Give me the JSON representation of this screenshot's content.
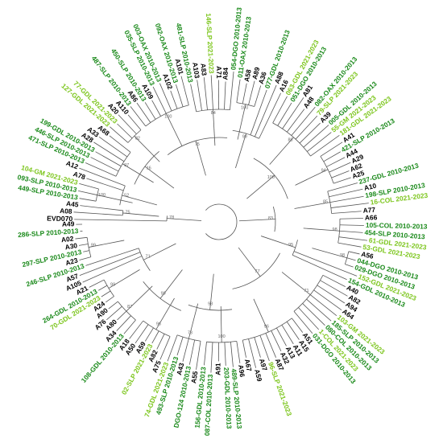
{
  "tree": {
    "colors": {
      "period_2010_2013": "#1b8a1b",
      "period_2021_2023": "#7dc61e",
      "reference": "#000000",
      "assembly": "#000000",
      "branch": "#555555"
    },
    "tips": [
      {
        "label": "EVD070",
        "group": "reference"
      },
      {
        "label": "A08",
        "group": "assembly"
      },
      {
        "label": "A45",
        "group": "assembly"
      },
      {
        "label": "449-SLP 2010-2013",
        "group": "period_2010_2013"
      },
      {
        "label": "093-SLP 2010-2013",
        "group": "period_2010_2013"
      },
      {
        "label": "104-GM 2021-2023",
        "group": "period_2021_2023"
      },
      {
        "label": "A78",
        "group": "assembly"
      },
      {
        "label": "A12",
        "group": "assembly"
      },
      {
        "label": "471-SLP 2010-2013",
        "group": "period_2010_2013"
      },
      {
        "label": "446-SLP 2010-2013",
        "group": "period_2010_2013"
      },
      {
        "label": "199-GDL 2010-2013",
        "group": "period_2010_2013"
      },
      {
        "label": "A28",
        "group": "assembly"
      },
      {
        "label": "A33",
        "group": "assembly"
      },
      {
        "label": "A68",
        "group": "assembly"
      },
      {
        "label": "127-GDL 2021-2023",
        "group": "period_2021_2023"
      },
      {
        "label": "77-GDL 2021-2023",
        "group": "period_2021_2023"
      },
      {
        "label": "A20",
        "group": "assembly"
      },
      {
        "label": "A110",
        "group": "assembly"
      },
      {
        "label": "487-SLP 2010-2013",
        "group": "period_2010_2013"
      },
      {
        "label": "A86",
        "group": "assembly"
      },
      {
        "label": "450-SLP 2010-2013",
        "group": "period_2010_2013"
      },
      {
        "label": "A109",
        "group": "assembly"
      },
      {
        "label": "035-SLP 2010-2013",
        "group": "period_2010_2013"
      },
      {
        "label": "003-OAX 2010-2013",
        "group": "period_2010_2013"
      },
      {
        "label": "A102",
        "group": "assembly"
      },
      {
        "label": "092-OAX 2010-2013",
        "group": "period_2010_2013"
      },
      {
        "label": "A101",
        "group": "assembly"
      },
      {
        "label": "481-SLP 2010-2013",
        "group": "period_2010_2013"
      },
      {
        "label": "A103",
        "group": "assembly"
      },
      {
        "label": "A83",
        "group": "assembly"
      },
      {
        "label": "146-SLP 2021-2023",
        "group": "period_2021_2023"
      },
      {
        "label": "A71",
        "group": "assembly"
      },
      {
        "label": "A84",
        "group": "assembly"
      },
      {
        "label": "054-DGO 2010-2013",
        "group": "period_2010_2013"
      },
      {
        "label": "011-OAX 2010-2013",
        "group": "period_2010_2013"
      },
      {
        "label": "A58",
        "group": "assembly"
      },
      {
        "label": "A89",
        "group": "assembly"
      },
      {
        "label": "A36",
        "group": "assembly"
      },
      {
        "label": "077-GDL 2010-2013",
        "group": "period_2010_2013"
      },
      {
        "label": "A88",
        "group": "assembly"
      },
      {
        "label": "A16",
        "group": "assembly"
      },
      {
        "label": "063-GDL 2021-2023",
        "group": "period_2021_2023"
      },
      {
        "label": "051-DGO 2010-2013",
        "group": "period_2010_2013"
      },
      {
        "label": "A81",
        "group": "assembly"
      },
      {
        "label": "A48",
        "group": "assembly"
      },
      {
        "label": "082-OAX 2010-2013",
        "group": "period_2010_2013"
      },
      {
        "label": "79-SLP 2021-2023",
        "group": "period_2021_2023"
      },
      {
        "label": "A39",
        "group": "assembly"
      },
      {
        "label": "005-GDL 2010-2013",
        "group": "period_2010_2013"
      },
      {
        "label": "55-GM 2021-2023",
        "group": "period_2021_2023"
      },
      {
        "label": "181-GDL 2021-2023",
        "group": "period_2021_2023"
      },
      {
        "label": "A41",
        "group": "assembly"
      },
      {
        "label": "421-SLP 2010-2013",
        "group": "period_2010_2013"
      },
      {
        "label": "A44",
        "group": "assembly"
      },
      {
        "label": "A29",
        "group": "assembly"
      },
      {
        "label": "A62",
        "group": "assembly"
      },
      {
        "label": "A25",
        "group": "assembly"
      },
      {
        "label": "237-GDL 2010-2013",
        "group": "period_2010_2013"
      },
      {
        "label": "A10",
        "group": "assembly"
      },
      {
        "label": "198-SLP 2010-2013",
        "group": "period_2010_2013"
      },
      {
        "label": "16-COL 2021-2023",
        "group": "period_2021_2023"
      },
      {
        "label": "A77",
        "group": "assembly"
      },
      {
        "label": "A66",
        "group": "assembly"
      },
      {
        "label": "105-COL 2010-2013",
        "group": "period_2010_2013"
      },
      {
        "label": "454-SLP 2010-2013",
        "group": "period_2010_2013"
      },
      {
        "label": "61-GDL 2021-2023",
        "group": "period_2021_2023"
      },
      {
        "label": "53-GDL 2021-2023",
        "group": "period_2021_2023"
      },
      {
        "label": "A56",
        "group": "assembly"
      },
      {
        "label": "044-DGO 2010-2013",
        "group": "period_2010_2013"
      },
      {
        "label": "029-DGO 2010-2013",
        "group": "period_2010_2013"
      },
      {
        "label": "152-GDL 2021-2023",
        "group": "period_2021_2023"
      },
      {
        "label": "154-GDL 2010-2013",
        "group": "period_2010_2013"
      },
      {
        "label": "A40",
        "group": "assembly"
      },
      {
        "label": "A82",
        "group": "assembly"
      },
      {
        "label": "A94",
        "group": "assembly"
      },
      {
        "label": "A64",
        "group": "assembly"
      },
      {
        "label": "103-GM 2021-2023",
        "group": "period_2021_2023"
      },
      {
        "label": "185-SLP 2010-2013",
        "group": "period_2010_2013"
      },
      {
        "label": "080-COL 2010-2013",
        "group": "period_2010_2013"
      },
      {
        "label": "1-COL 2021-2023",
        "group": "period_2021_2023"
      },
      {
        "label": "031-DGO 2010-2013",
        "group": "period_2010_2013"
      },
      {
        "label": "A51",
        "group": "assembly"
      },
      {
        "label": "A15",
        "group": "assembly"
      },
      {
        "label": "A11",
        "group": "assembly"
      },
      {
        "label": "A13",
        "group": "assembly"
      },
      {
        "label": "A32",
        "group": "assembly"
      },
      {
        "label": "A87",
        "group": "assembly"
      },
      {
        "label": "96-SLP 2021-2023",
        "group": "period_2021_2023"
      },
      {
        "label": "A97",
        "group": "assembly"
      },
      {
        "label": "A59",
        "group": "assembly"
      },
      {
        "label": "A67",
        "group": "assembly"
      },
      {
        "label": "A96",
        "group": "assembly"
      },
      {
        "label": "489-SLP 2010-2013",
        "group": "period_2010_2013"
      },
      {
        "label": "203-GDL 2010-2013",
        "group": "period_2010_2013"
      },
      {
        "label": "A91",
        "group": "assembly"
      },
      {
        "label": "087-COL 2010-2013",
        "group": "period_2010_2013"
      },
      {
        "label": "156-GDL 2010-2013",
        "group": "period_2010_2013"
      },
      {
        "label": "A55",
        "group": "assembly"
      },
      {
        "label": "DGO-124 2010-2013",
        "group": "period_2010_2013"
      },
      {
        "label": "A43",
        "group": "assembly"
      },
      {
        "label": "493-SLP 2010-2013",
        "group": "period_2010_2013"
      },
      {
        "label": "74-GDL 2021-2023",
        "group": "period_2021_2023"
      },
      {
        "label": "A75",
        "group": "assembly"
      },
      {
        "label": "A82",
        "group": "assembly"
      },
      {
        "label": "02-SLP 2021-2023",
        "group": "period_2021_2023"
      },
      {
        "label": "A59",
        "group": "assembly"
      },
      {
        "label": "A50",
        "group": "assembly"
      },
      {
        "label": "A18",
        "group": "assembly"
      },
      {
        "label": "108-GDL 2010-2013",
        "group": "period_2010_2013"
      },
      {
        "label": "A34",
        "group": "assembly"
      },
      {
        "label": "A80",
        "group": "assembly"
      },
      {
        "label": "A76",
        "group": "assembly"
      },
      {
        "label": "A90",
        "group": "assembly"
      },
      {
        "label": "A24",
        "group": "assembly"
      },
      {
        "label": "70-GDL 2021-2023",
        "group": "period_2021_2023"
      },
      {
        "label": "264-GDL 2010-2013",
        "group": "period_2010_2013"
      },
      {
        "label": "A21",
        "group": "assembly"
      },
      {
        "label": "A105",
        "group": "assembly"
      },
      {
        "label": "A57",
        "group": "assembly"
      },
      {
        "label": "246-SLP 2010-2013",
        "group": "period_2010_2013"
      },
      {
        "label": "A23",
        "group": "assembly"
      },
      {
        "label": "297-SLP 2010-2013",
        "group": "period_2010_2013"
      },
      {
        "label": "A30",
        "group": "assembly"
      },
      {
        "label": "A02",
        "group": "assembly"
      },
      {
        "label": "286-SLP 2010-2013",
        "group": "period_2010_2013"
      },
      {
        "label": "A49",
        "group": "assembly"
      }
    ],
    "bootstrap_values": [
      "78",
      "75",
      "52",
      "100",
      "16",
      "97",
      "82",
      "75",
      "100",
      "84",
      "99",
      "100",
      "100",
      "88",
      "94",
      "83",
      "85",
      "98",
      "95",
      "98",
      "77",
      "71",
      "96",
      "98",
      "100",
      "73",
      "99",
      "96",
      "87",
      "71",
      "99",
      "100",
      "99",
      "92",
      "99",
      "97",
      "61",
      "61",
      "99",
      "88",
      "75",
      "90",
      "96",
      "100",
      "100",
      "89",
      "87",
      "43",
      "84",
      "100",
      "100",
      "98",
      "46",
      "92",
      "81",
      "99",
      "100",
      "99",
      "77",
      "69",
      "66",
      "91",
      "99",
      "95",
      "100",
      "100",
      "51",
      "70",
      "100",
      "87",
      "99"
    ]
  }
}
